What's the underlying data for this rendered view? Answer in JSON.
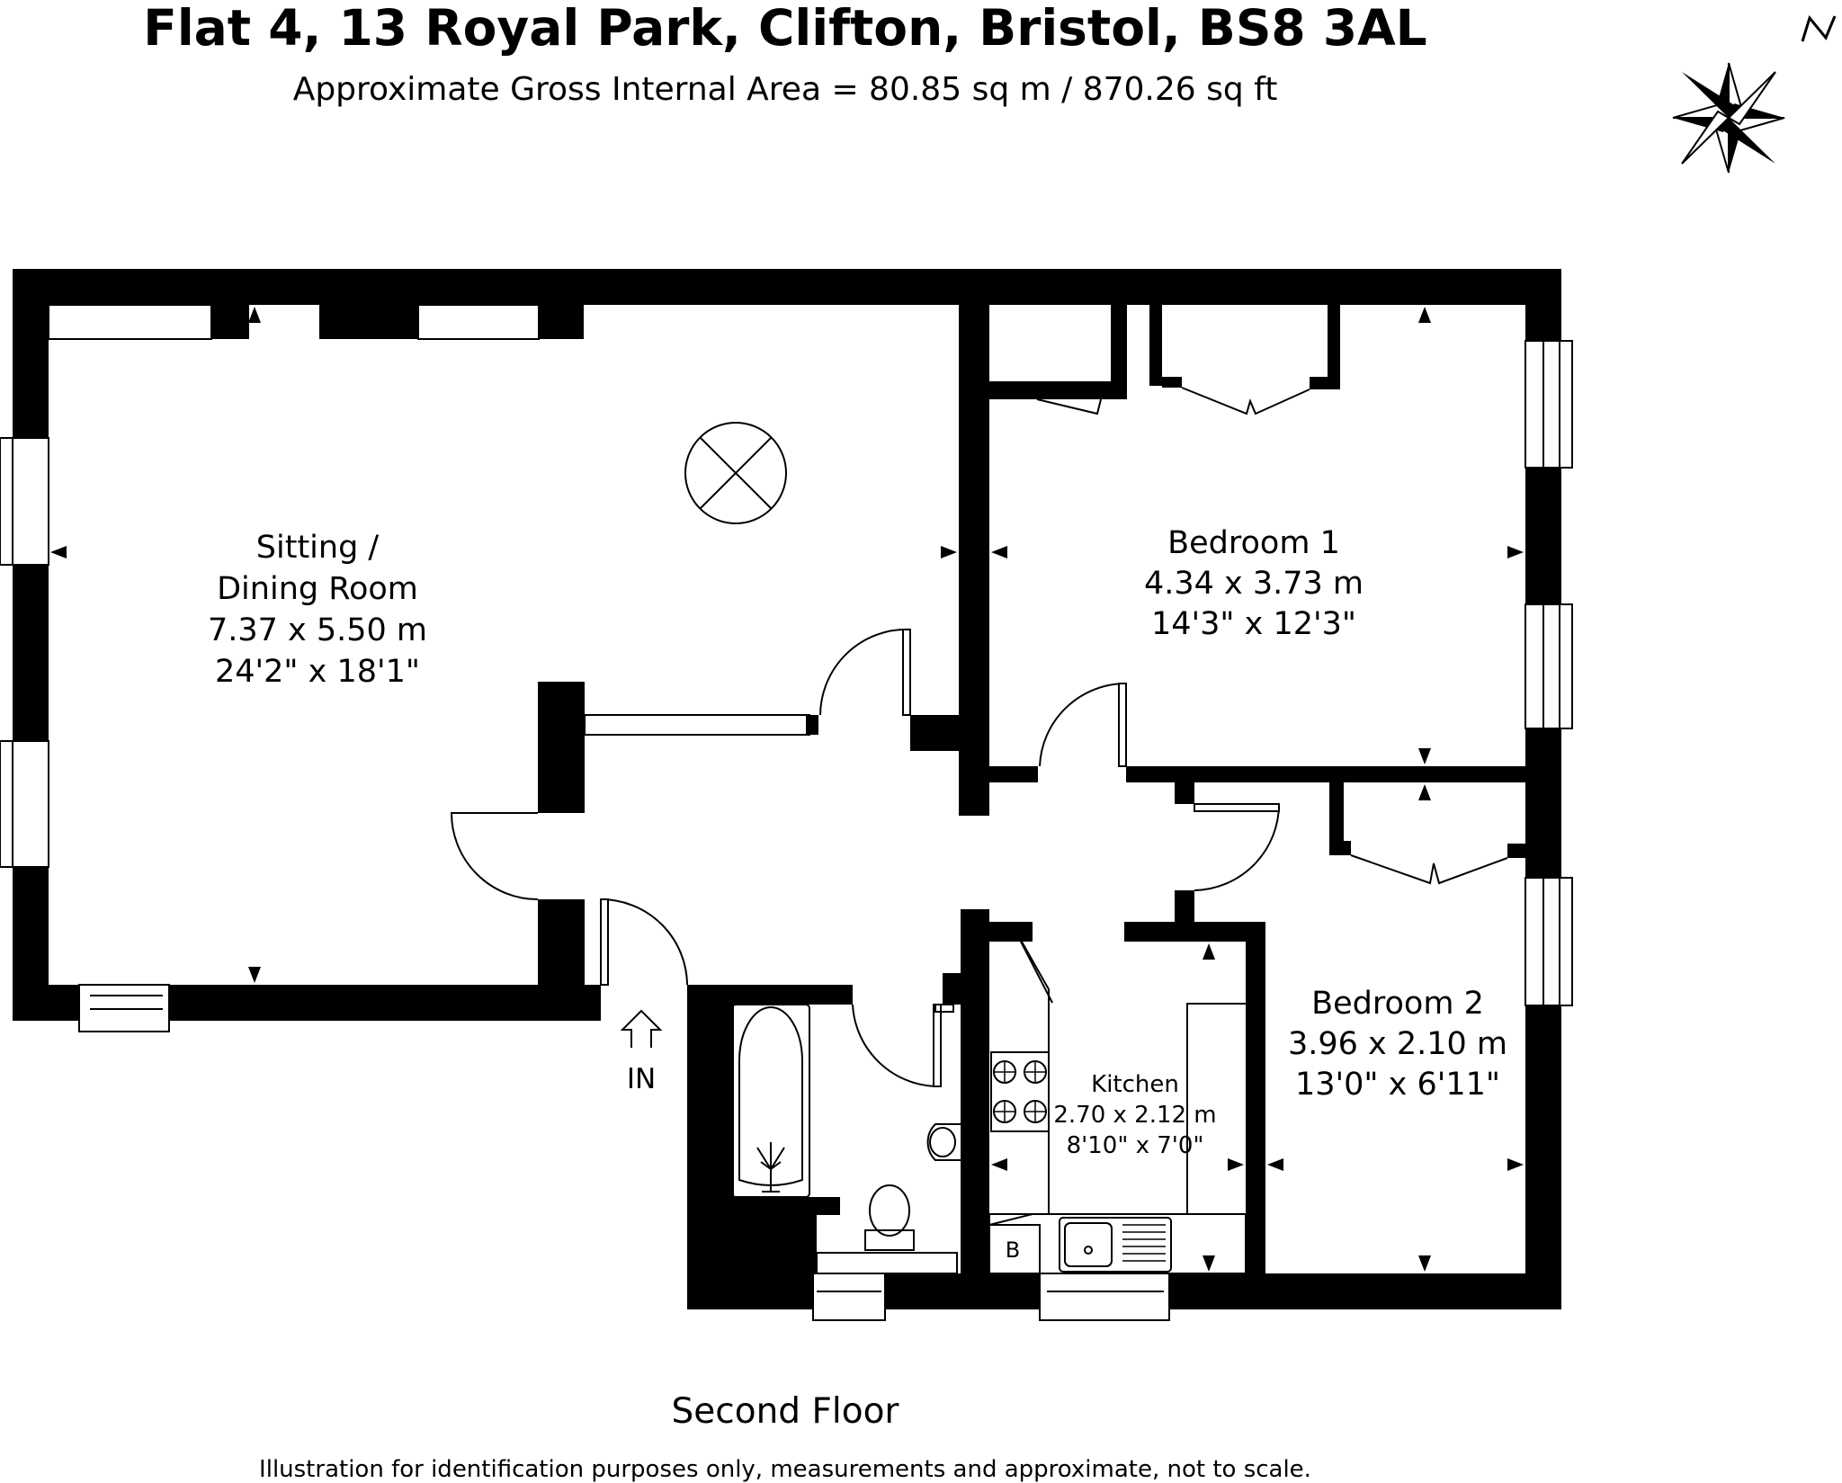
{
  "header": {
    "title": "Flat 4, 13 Royal Park, Clifton, Bristol, BS8 3AL",
    "subtitle": "Approximate Gross Internal Area = 80.85 sq m / 870.26 sq ft"
  },
  "compass": {
    "label": "N"
  },
  "rooms": {
    "sitting": {
      "name_line1": "Sitting /",
      "name_line2": "Dining Room",
      "metric": "7.37 x 5.50 m",
      "imperial": "24'2\" x 18'1\""
    },
    "bedroom1": {
      "name": "Bedroom 1",
      "metric": "4.34 x 3.73 m",
      "imperial": "14'3\" x 12'3\""
    },
    "bedroom2": {
      "name": "Bedroom 2",
      "metric": "3.96 x 2.10 m",
      "imperial": "13'0\" x 6'11\""
    },
    "kitchen": {
      "name": "Kitchen",
      "metric": "2.70 x 2.12 m",
      "imperial": "8'10\" x 7'0\""
    }
  },
  "labels": {
    "entrance": "IN",
    "boiler": "B"
  },
  "footer": {
    "floor": "Second Floor",
    "disclaimer": "Illustration for identification purposes only, measurements and approximate, not to scale."
  }
}
